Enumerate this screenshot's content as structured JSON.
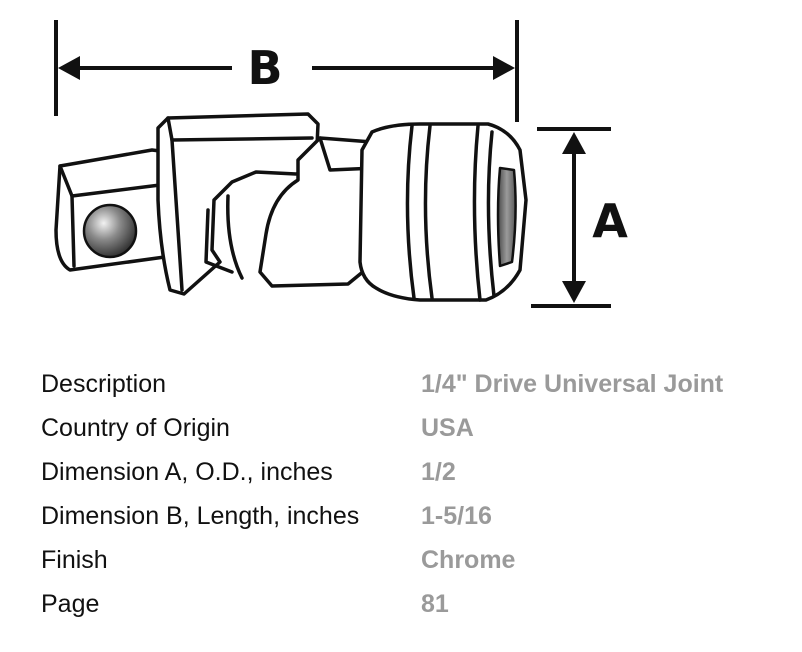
{
  "diagram": {
    "dimension_b_label": "B",
    "dimension_a_label": "A"
  },
  "specs": [
    {
      "label": "Description",
      "value": "1/4\" Drive Universal Joint"
    },
    {
      "label": "Country of Origin",
      "value": "USA"
    },
    {
      "label": "Dimension A, O.D., inches",
      "value": "1/2"
    },
    {
      "label": "Dimension B, Length, inches",
      "value": "1-5/16"
    },
    {
      "label": "Finish",
      "value": "Chrome"
    },
    {
      "label": "Page",
      "value": "81"
    }
  ],
  "colors": {
    "label_text": "#111111",
    "value_text": "#9a9a9a",
    "line_art": "#111111"
  }
}
